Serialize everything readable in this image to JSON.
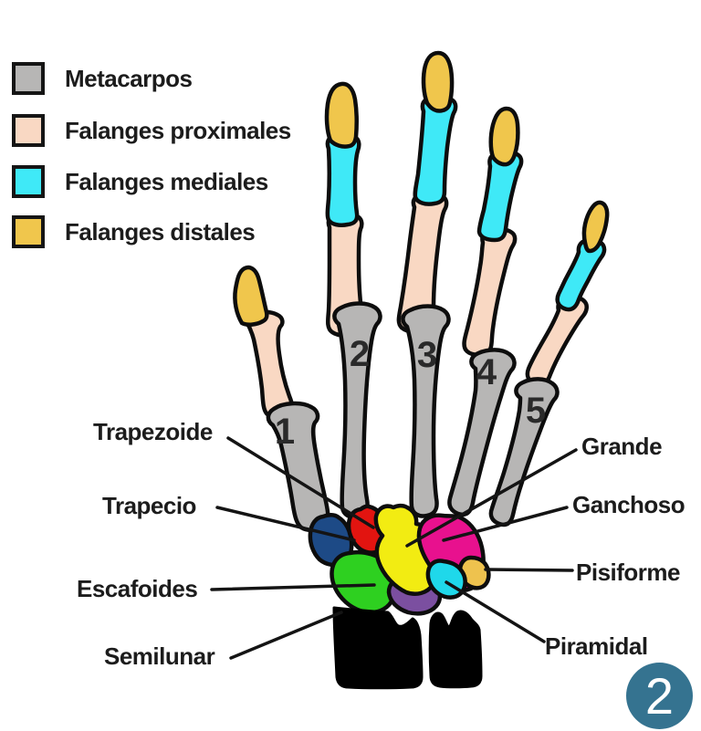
{
  "legend": {
    "items": [
      {
        "label": "Metacarpos",
        "color": "#b7b6b5"
      },
      {
        "label": "Falanges proximales",
        "color": "#f9d8c3"
      },
      {
        "label": "Falanges mediales",
        "color": "#3fe9f7"
      },
      {
        "label": "Falanges distales",
        "color": "#f0c64c"
      }
    ]
  },
  "metacarpal_numbers": [
    "1",
    "2",
    "3",
    "4",
    "5"
  ],
  "carpal_labels": {
    "trapezoide": "Trapezoide",
    "trapecio": "Trapecio",
    "escafoides": "Escafoides",
    "semilunar": "Semilunar",
    "grande": "Grande",
    "ganchoso": "Ganchoso",
    "pisiforme": "Pisiforme",
    "piramidal": "Piramidal"
  },
  "badge": {
    "number": "2",
    "color": "#357390"
  },
  "bone_colors": {
    "metacarpos": "#b7b6b5",
    "falanges_proximales": "#f9d8c3",
    "falanges_mediales": "#3fe9f7",
    "falanges_distales": "#f0c64c",
    "trapecio_navy": "#1d4a86",
    "trapezoide_red": "#e21410",
    "grande_yellow": "#f2ec12",
    "ganchoso_magenta": "#e8118e",
    "escafoides_green": "#2ed020",
    "purple_carpal": "#7b4fa0",
    "piramidal_cyan": "#1fd8ea",
    "pisiforme_gold": "#eec24e",
    "forearm_black": "#000000",
    "outline": "#0d0d0d"
  }
}
